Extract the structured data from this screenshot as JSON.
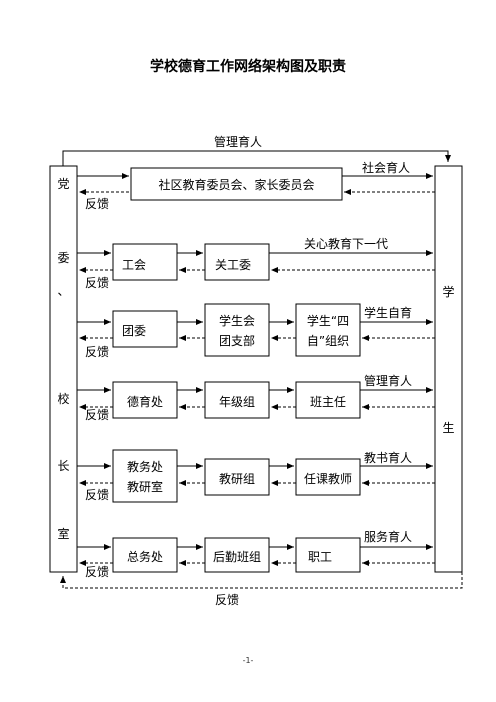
{
  "title": "学校德育工作网络架构图及职责",
  "left_column": {
    "chars": [
      "党",
      "委",
      "、",
      "校",
      "长",
      "室"
    ]
  },
  "right_column": {
    "chars": [
      "学",
      "生"
    ]
  },
  "top_flow_label": "管理育人",
  "bottom_flow_label": "反馈",
  "feedback_label": "反馈",
  "rows": [
    {
      "boxes": [
        [
          "社区教育委员会、家长委员会"
        ]
      ],
      "output_label": "社会育人"
    },
    {
      "boxes": [
        [
          "工会"
        ],
        [
          "关工委"
        ]
      ],
      "output_label": "关心教育下一代"
    },
    {
      "boxes": [
        [
          "团委"
        ],
        [
          "学生会",
          "团支部"
        ],
        [
          "学生“四",
          "自”组织"
        ]
      ],
      "output_label": "学生自育"
    },
    {
      "boxes": [
        [
          "德育处"
        ],
        [
          "年级组"
        ],
        [
          "班主任"
        ]
      ],
      "output_label": "管理育人"
    },
    {
      "boxes": [
        [
          "教务处",
          "教研室"
        ],
        [
          "教研组"
        ],
        [
          "任课教师"
        ]
      ],
      "output_label": "教书育人"
    },
    {
      "boxes": [
        [
          "总务处"
        ],
        [
          "后勤班组"
        ],
        [
          "职工"
        ]
      ],
      "output_label": "服务育人"
    }
  ],
  "page_number": "-1-"
}
